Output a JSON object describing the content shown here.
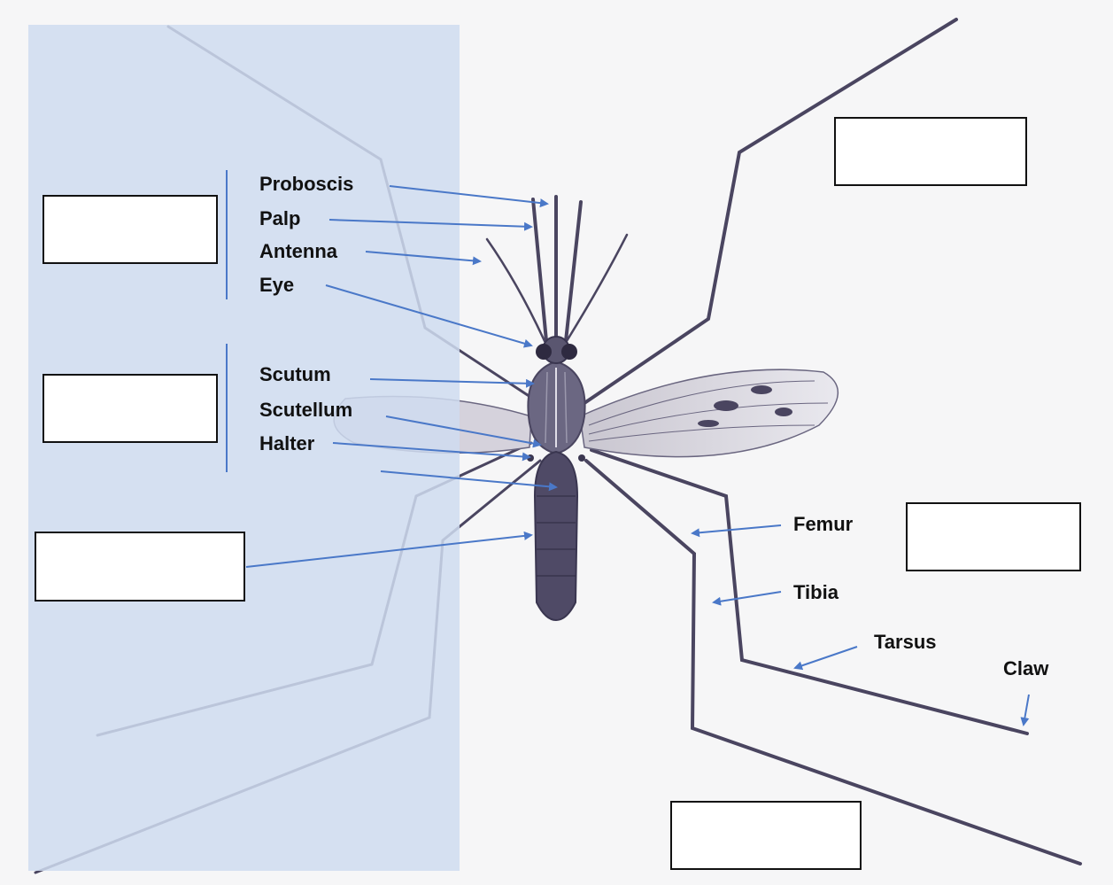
{
  "diagram": {
    "labels": {
      "proboscis": "Proboscis",
      "palp": "Palp",
      "antenna": "Antenna",
      "eye": "Eye",
      "scutum": "Scutum",
      "scutellum": "Scutellum",
      "halter": "Halter",
      "femur": "Femur",
      "tibia": "Tibia",
      "tarsus": "Tarsus",
      "claw": "Claw"
    },
    "answer_boxes": [
      "",
      "",
      "",
      "",
      "",
      ""
    ]
  },
  "colors": {
    "arrow": "#4a78c8",
    "bracket": "#4a78c8",
    "overlay": "#cfdcf0",
    "insect": "#4a4560",
    "box_border": "#111111",
    "text": "#111111"
  }
}
